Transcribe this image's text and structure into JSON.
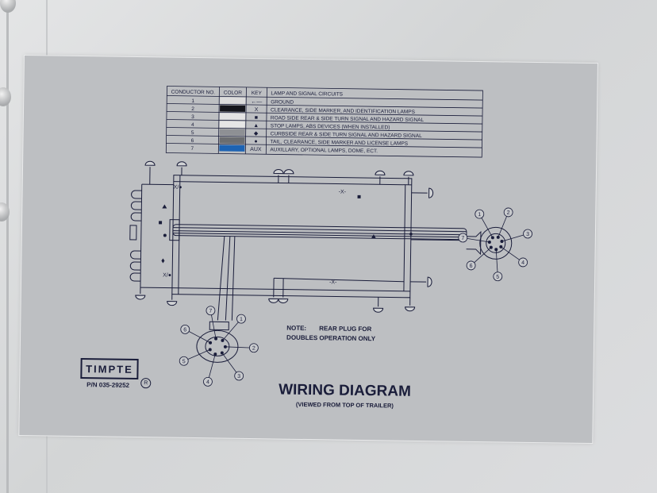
{
  "table": {
    "headers": [
      "CONDUCTOR NO.",
      "COLOR",
      "KEY",
      "LAMP AND SIGNAL CIRCUITS"
    ],
    "rows": [
      {
        "no": "1",
        "color": "#dcdcdc",
        "key": "←—",
        "circuit": "GROUND"
      },
      {
        "no": "2",
        "color": "#15161c",
        "key": "X",
        "circuit": "CLEARANCE, SIDE MARKER, AND IDENTIFICATION LAMPS"
      },
      {
        "no": "3",
        "color": "#e3e3e3",
        "key": "■",
        "circuit": "ROAD SIDE REAR & SIDE TURN SIGNAL AND HAZARD SIGNAL"
      },
      {
        "no": "4",
        "color": "#e6e6e6",
        "key": "▲",
        "circuit": "STOP LAMPS, ABS DEVICES (WHEN INSTALLED)"
      },
      {
        "no": "5",
        "color": "#8e9094",
        "key": "◆",
        "circuit": "CURBSIDE REAR & SIDE TURN SIGNAL AND HAZARD SIGNAL"
      },
      {
        "no": "6",
        "color": "#6b6d70",
        "key": "●",
        "circuit": "TAIL, CLEARANCE, SIDE MARKER AND LICENSE LAMPS"
      },
      {
        "no": "7",
        "color": "#1d63b3",
        "key": "AUX",
        "circuit": "AUXILLARY, OPTIONAL LAMPS, DOME, ECT."
      }
    ]
  },
  "note": {
    "label": "NOTE:",
    "line1": "REAR PLUG FOR",
    "line2": "DOUBLES OPERATION ONLY"
  },
  "brand": {
    "name": "TIMPTE",
    "part_number": "P/N 035-29252",
    "registered": "R"
  },
  "title": "WIRING DIAGRAM",
  "subtitle": "(VIEWED FROM TOP OF TRAILER)",
  "wire_marks": {
    "x": "X/●",
    "x2": "X/●"
  },
  "plug_front": {
    "pins": [
      "1",
      "2",
      "3",
      "4",
      "5",
      "6",
      "7"
    ]
  },
  "plug_rear": {
    "pins": [
      "1",
      "2",
      "3",
      "4",
      "5",
      "6",
      "7"
    ]
  },
  "colors": {
    "ink": "#1a1d3a",
    "placard": "#bdbfc2",
    "aux_blue": "#1d63b3"
  }
}
